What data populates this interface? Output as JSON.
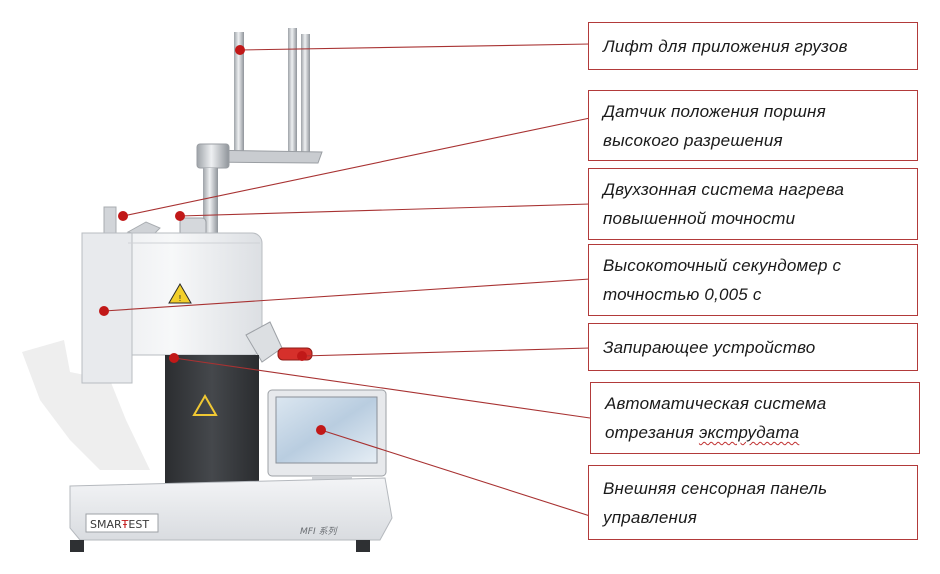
{
  "colors": {
    "leader_line": "#a83232",
    "marker": "#c11818",
    "callout_border": "#b23a3a"
  },
  "machine": {
    "brand_left": "SMAR",
    "brand_right": "EST",
    "model_label": "MFI 系列"
  },
  "labels": [
    {
      "id": "lift",
      "text": "Лифт для приложения грузов"
    },
    {
      "id": "sensor",
      "text": "Датчик положения поршня\nвысокого разрешения"
    },
    {
      "id": "heating",
      "text": "Двухзонная система нагрева\nповышенной точности"
    },
    {
      "id": "timer",
      "text": "Высокоточный секундомер с\nточностью 0,005 с"
    },
    {
      "id": "lock",
      "text": "Запирающее устройство"
    },
    {
      "id": "cutter",
      "text_before": "Автоматическая система\nотрезания ",
      "text_word": "экструдата"
    },
    {
      "id": "touch",
      "text": "Внешняя сенсорная панель\nуправления"
    }
  ]
}
